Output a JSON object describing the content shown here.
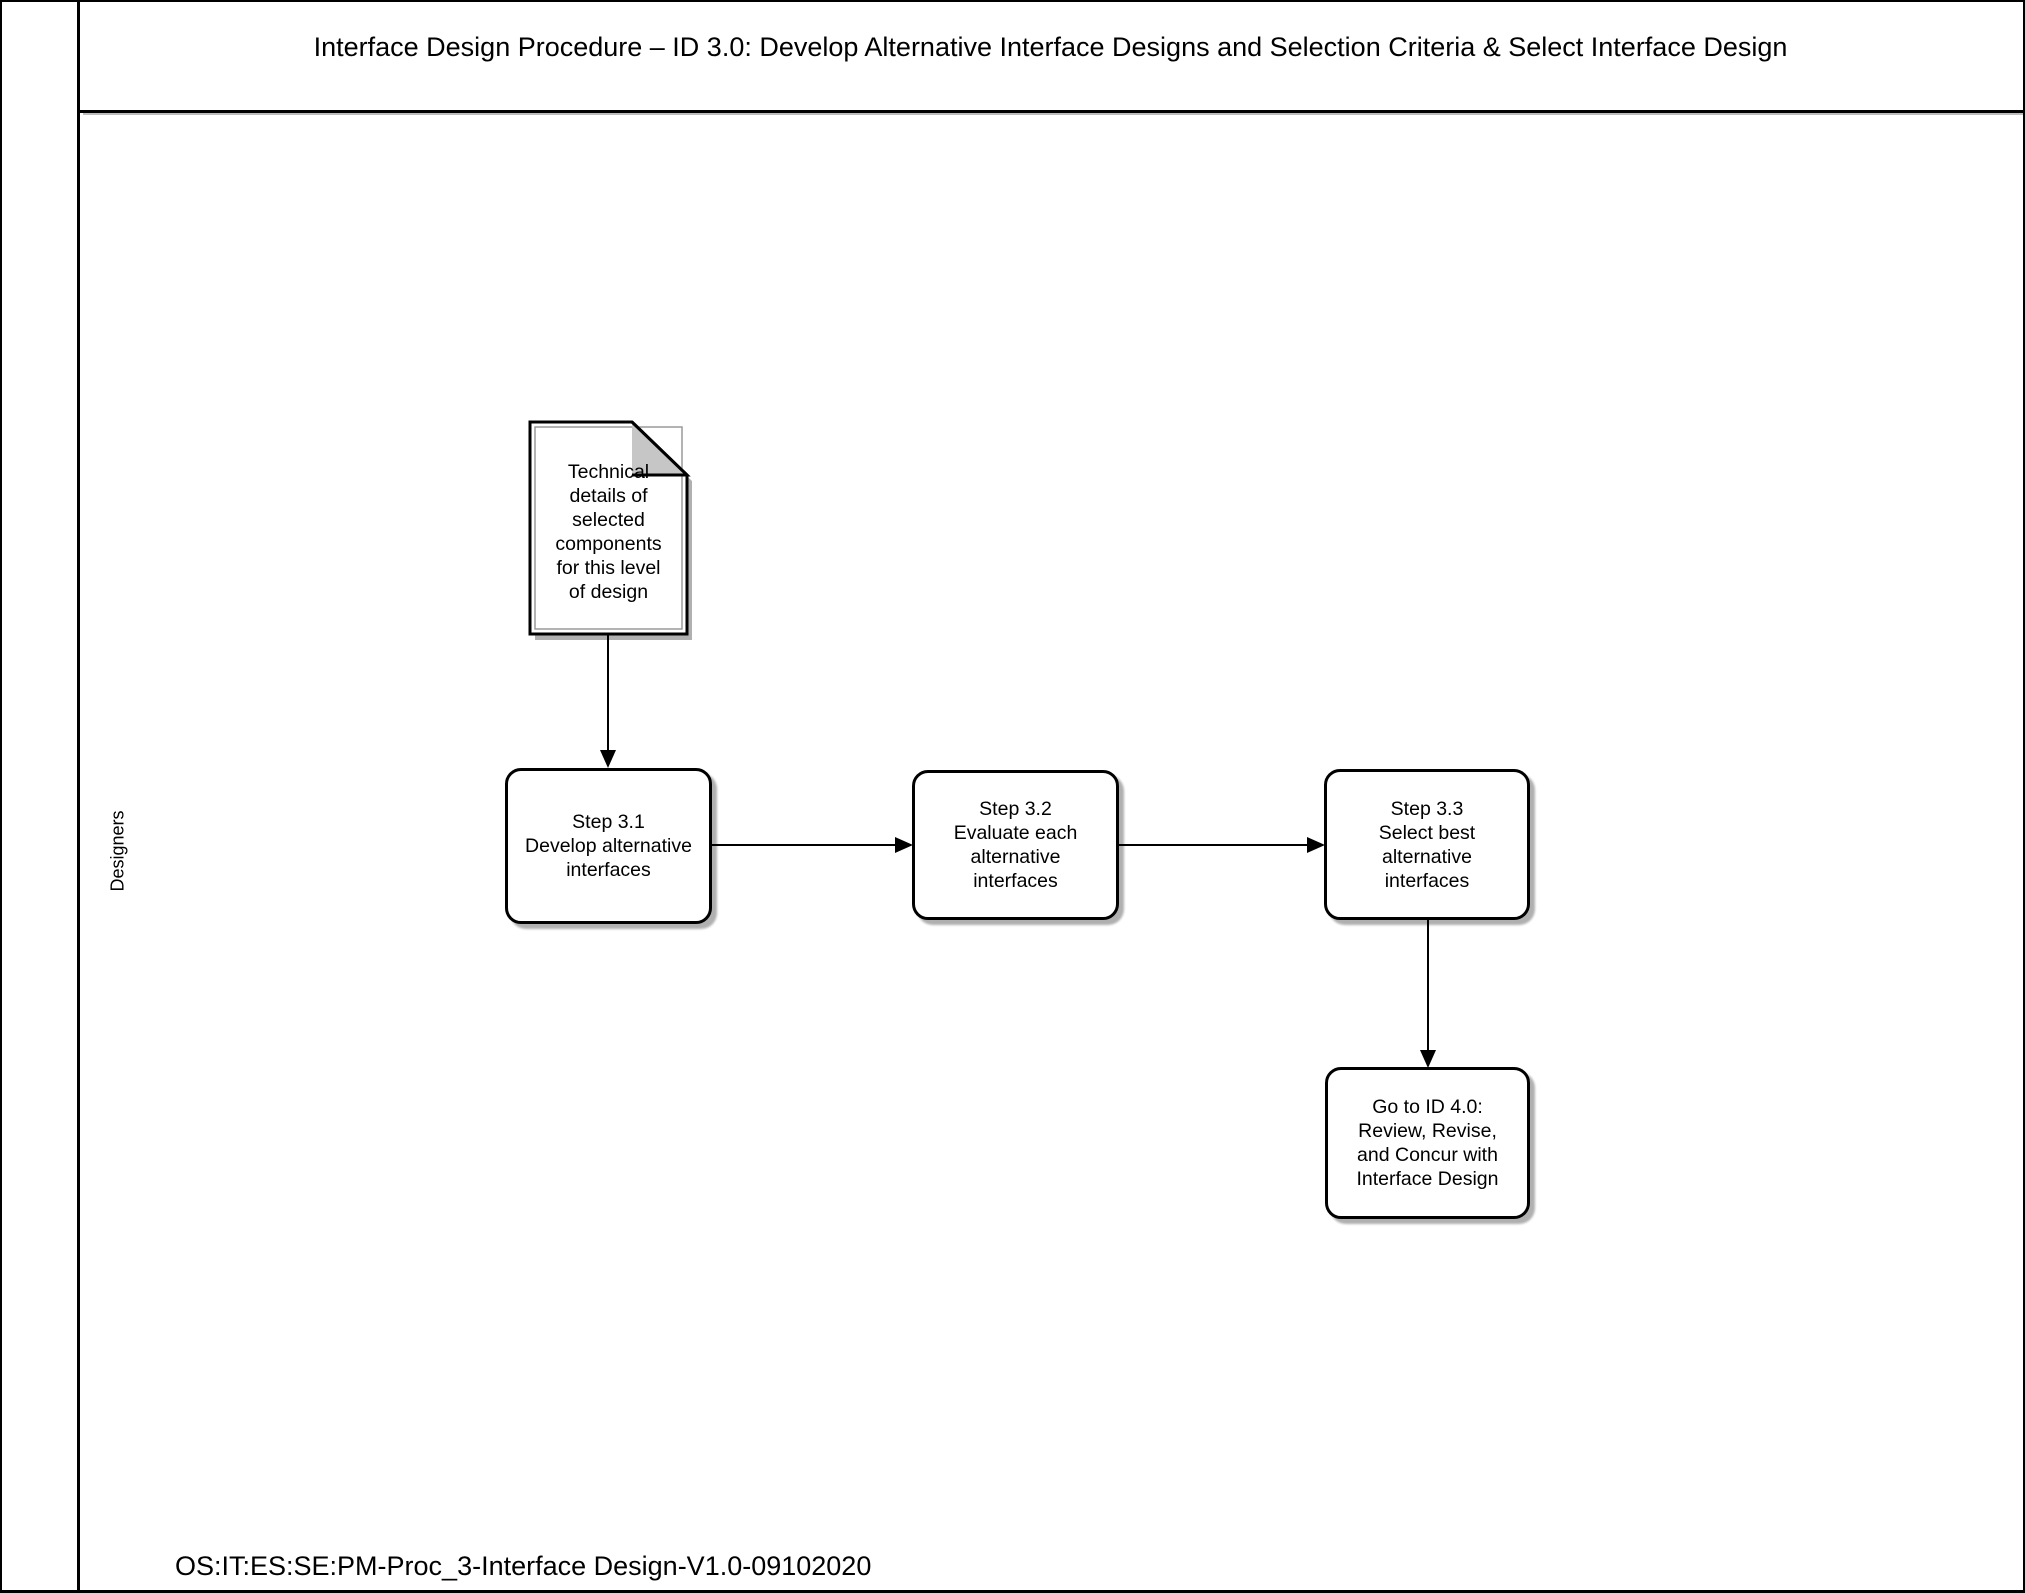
{
  "title": "Interface Design Procedure – ID 3.0: Develop Alternative Interface Designs and Selection Criteria & Select Interface Design",
  "lane": {
    "label": "Designers"
  },
  "flowchart": {
    "document_input": {
      "label": "Technical\ndetails of\nselected\ncomponents\nfor this level\nof design"
    },
    "step_3_1": {
      "label": "Step 3.1\nDevelop alternative\ninterfaces"
    },
    "step_3_2": {
      "label": "Step 3.2\nEvaluate each\nalternative\ninterfaces"
    },
    "step_3_3": {
      "label": "Step 3.3\nSelect best\nalternative\ninterfaces"
    },
    "goto_4_0": {
      "label": "Go to ID 4.0:\nReview, Revise,\nand Concur with\nInterface Design"
    }
  },
  "footer": {
    "document_id": "OS:IT:ES:SE:PM-Proc_3-Interface Design-V1.0-09102020"
  },
  "colors": {
    "line": "#000000",
    "shape_fill": "#ffffff",
    "shadow": "#b0b0b0",
    "fold_fill": "#c6c6c6",
    "inner_outline": "#9a9a9a"
  }
}
